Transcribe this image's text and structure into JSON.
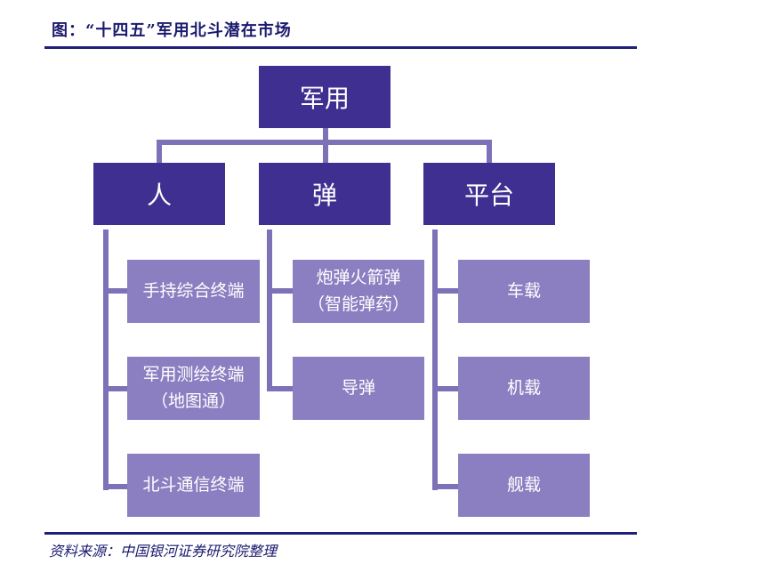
{
  "title": "图：“十四五”军用北斗潜在市场",
  "source": "资料来源：中国银河证券研究院整理",
  "colors": {
    "dark_box": "#3e2f91",
    "light_box": "#8b7fc1",
    "connector": "#7d72b8",
    "rule": "#1f1f7a"
  },
  "root": {
    "label": "军用"
  },
  "categories": {
    "person": {
      "label": "人"
    },
    "munition": {
      "label": "弹"
    },
    "platform": {
      "label": "平台"
    }
  },
  "leaves": {
    "handheld": {
      "label": "手持综合终端"
    },
    "survey": {
      "line1": "军用测绘终端",
      "line2": "（地图通）"
    },
    "comm": {
      "label": "北斗通信终端"
    },
    "rocket": {
      "line1": "炮弹火箭弹",
      "line2": "（智能弹药）"
    },
    "missile": {
      "label": "导弹"
    },
    "vehicle": {
      "label": "车载"
    },
    "aircraft": {
      "label": "机载"
    },
    "ship": {
      "label": "舰载"
    }
  }
}
